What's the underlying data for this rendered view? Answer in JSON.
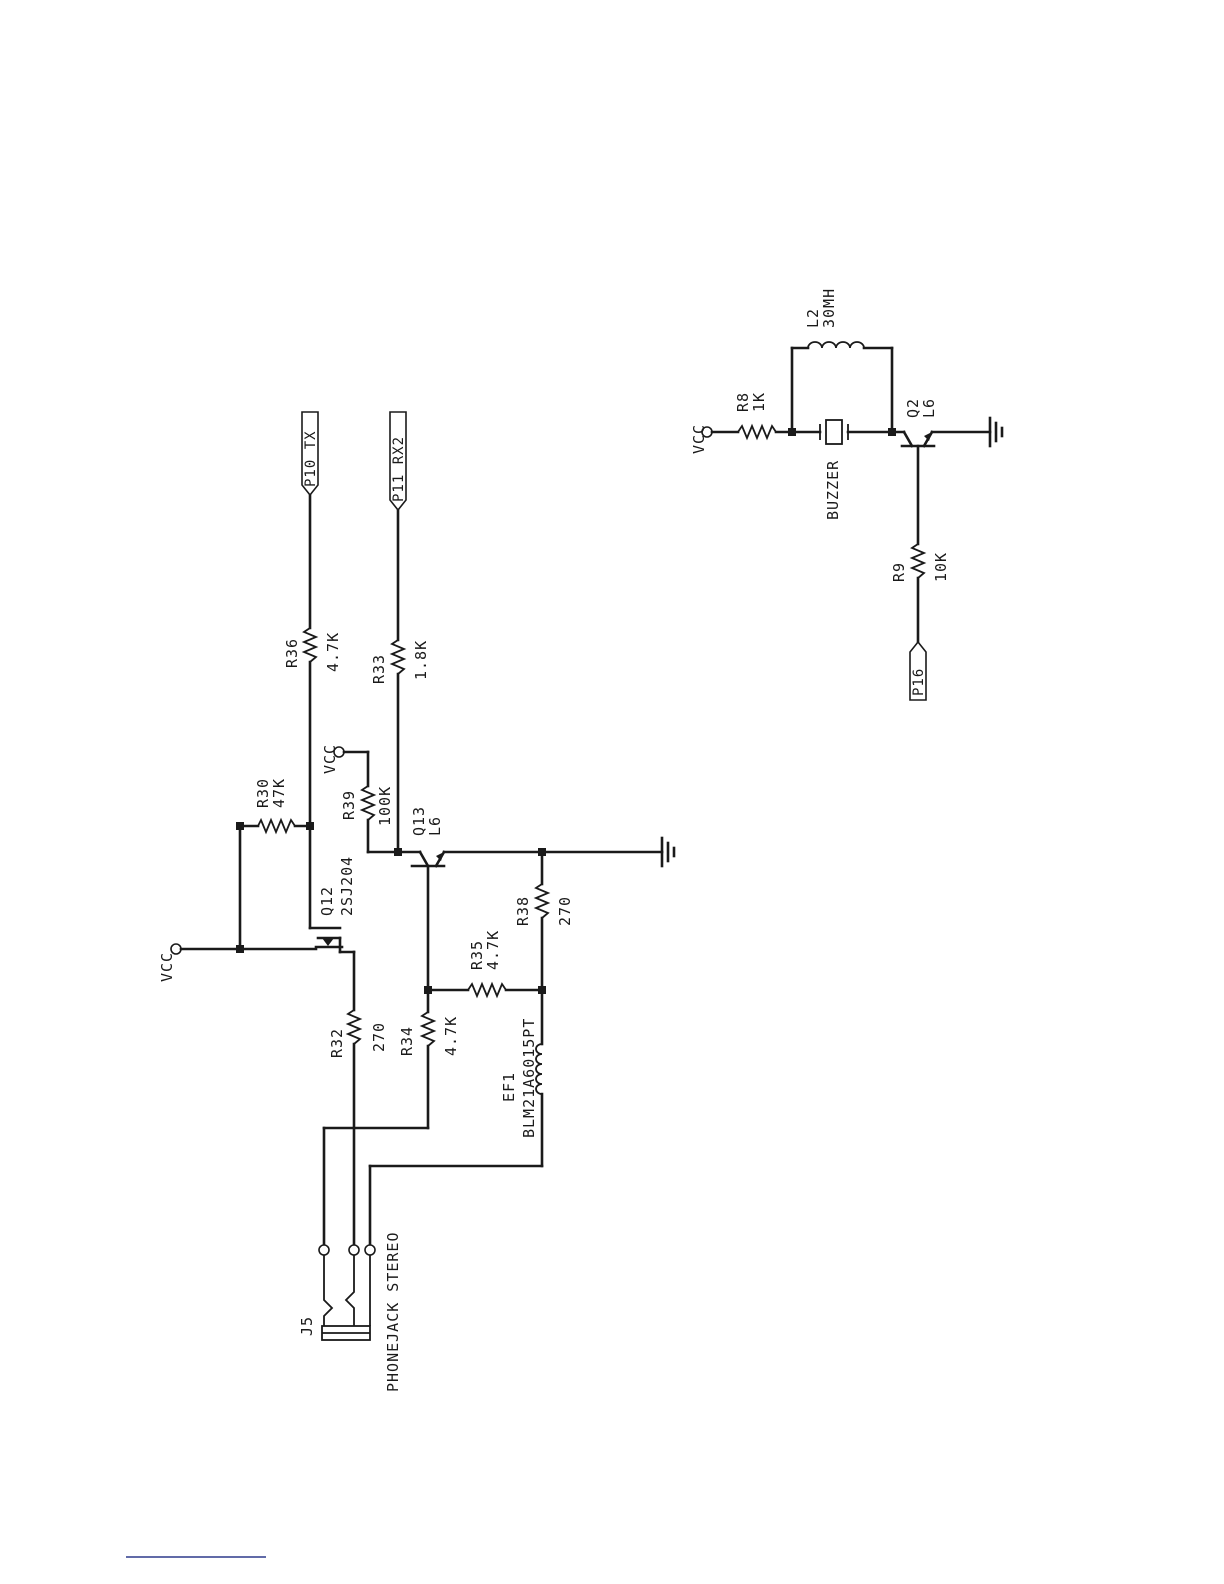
{
  "schematic": {
    "vcc": "VCC",
    "pins": {
      "p10": "P10 TX",
      "p11": "P11 RX2",
      "p16": "P16"
    },
    "r36": {
      "ref": "R36",
      "value": "4.7K"
    },
    "r33": {
      "ref": "R33",
      "value": "1.8K"
    },
    "r30": {
      "ref": "R30",
      "value": "47K"
    },
    "r39": {
      "ref": "R39",
      "value": "100K"
    },
    "q13": {
      "ref": "Q13",
      "value": "L6"
    },
    "q12": {
      "ref": "Q12",
      "value": "2SJ204"
    },
    "r38": {
      "ref": "R38",
      "value": "270"
    },
    "r35": {
      "ref": "R35",
      "value": "4.7K"
    },
    "r32": {
      "ref": "R32",
      "value": "270"
    },
    "r34": {
      "ref": "R34",
      "value": "4.7K"
    },
    "ef1": {
      "ref": "EF1",
      "value": "BLM21A6015PT"
    },
    "j5": {
      "ref": "J5",
      "value": "PHONEJACK STEREO"
    },
    "r8": {
      "ref": "R8",
      "value": "1K"
    },
    "l2": {
      "ref": "L2",
      "value": "30MH"
    },
    "q2": {
      "ref": "Q2",
      "value": "L6"
    },
    "buzzer": "BUZZER",
    "r9": {
      "ref": "R9",
      "value": "10K"
    }
  }
}
